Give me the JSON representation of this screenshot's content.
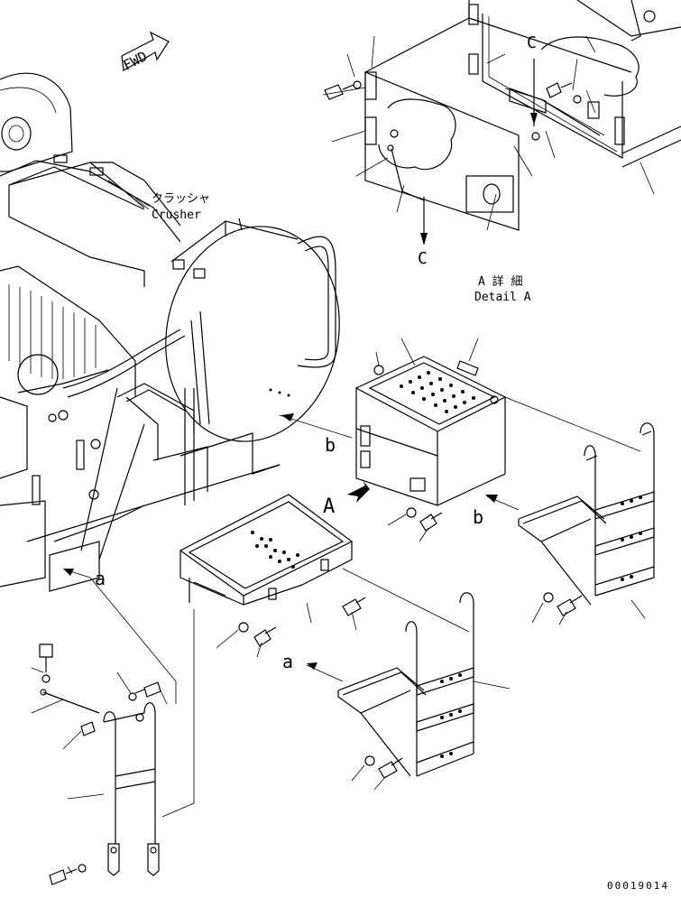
{
  "labels": {
    "fwd": "FWD",
    "crusher_jp": "クラッシャ",
    "crusher_en": "Crusher",
    "detail_a_jp": "A 詳 細",
    "detail_a_en": "Detail A",
    "view_a": "A",
    "ref_a_1": "a",
    "ref_a_2": "a",
    "ref_b_1": "b",
    "ref_b_2": "b",
    "ref_c_1": "C",
    "ref_c_2": "C",
    "drawing_number": "00019014"
  },
  "icons": [
    "arrow-icon",
    "bolt-icon",
    "washer-icon",
    "nut-icon"
  ]
}
